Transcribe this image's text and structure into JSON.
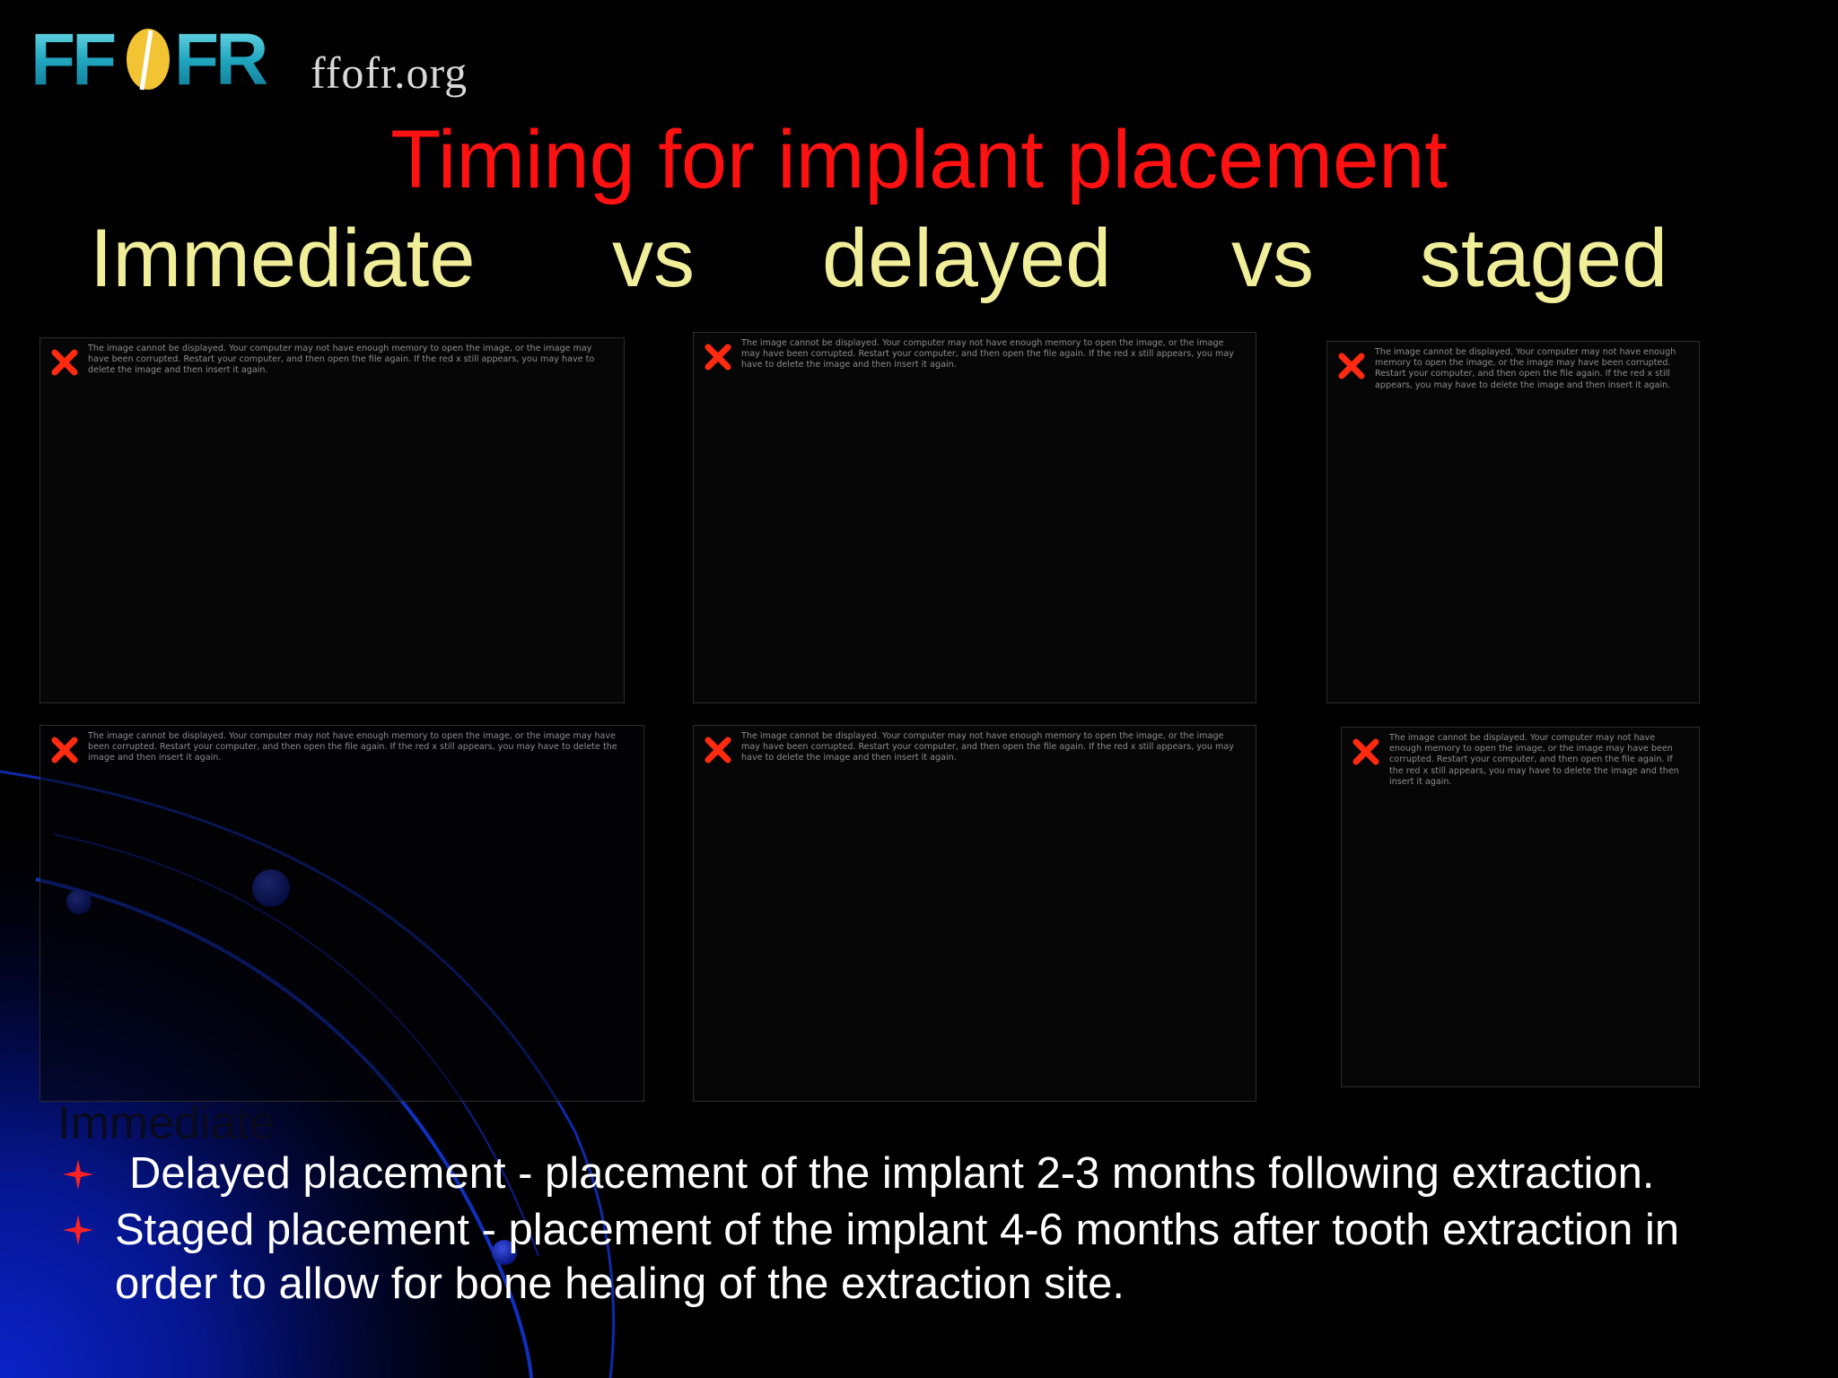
{
  "logo": {
    "brand": "FFOFR",
    "url": "ffofr.org"
  },
  "title": "Timing for implant placement",
  "subtitle": [
    "Immediate",
    "vs",
    "delayed",
    "vs",
    "staged"
  ],
  "placeholders": [
    {
      "icon": "broken-image-x-icon",
      "message": "The image cannot be displayed. Your computer may not have enough memory to open the image, or the image may have been corrupted. Restart your computer, and then open the file again. If the red x still appears, you may have to delete the image and then insert it again."
    },
    {
      "icon": "broken-image-x-icon",
      "message": "The image cannot be displayed. Your computer may not have enough memory to open the image, or the image may have been corrupted. Restart your computer, and then open the file again. If the red x still appears, you may have to delete the image and then insert it again."
    },
    {
      "icon": "broken-image-x-icon",
      "message": "The image cannot be displayed. Your computer may not have enough memory to open the image, or the image may have been corrupted. Restart your computer, and then open the file again. If the red x still appears, you may have to delete the image and then insert it again."
    },
    {
      "icon": "broken-image-x-icon",
      "message": "The image cannot be displayed. Your computer may not have enough memory to open the image, or the image may have been corrupted. Restart your computer, and then open the file again. If the red x still appears, you may have to delete the image and then insert it again."
    },
    {
      "icon": "broken-image-x-icon",
      "message": "The image cannot be displayed. Your computer may not have enough memory to open the image, or the image may have been corrupted. Restart your computer, and then open the file again. If the red x still appears, you may have to delete the image and then insert it again."
    },
    {
      "icon": "broken-image-x-icon",
      "message": "The image cannot be displayed. Your computer may not have enough memory to open the image, or the image may have been corrupted. Restart your computer, and then open the file again. If the red x still appears, you may have to delete the image and then insert it again."
    }
  ],
  "hidden_text": "Immediate",
  "bullets": [
    "Delayed placement -  placement of the implant 2-3 months following extraction.",
    "Staged placement -  placement of the implant 4-6 months after tooth extraction in order to allow for bone healing of the extraction site."
  ],
  "colors": {
    "background": "#000000",
    "title": "#ff1111",
    "subtitle": "#f1ee9a",
    "bullet_text": "#ffffff",
    "bullet_star": "#ff2222",
    "accent_blue": "#0a1fb0",
    "error_x": "#ff2a10"
  }
}
